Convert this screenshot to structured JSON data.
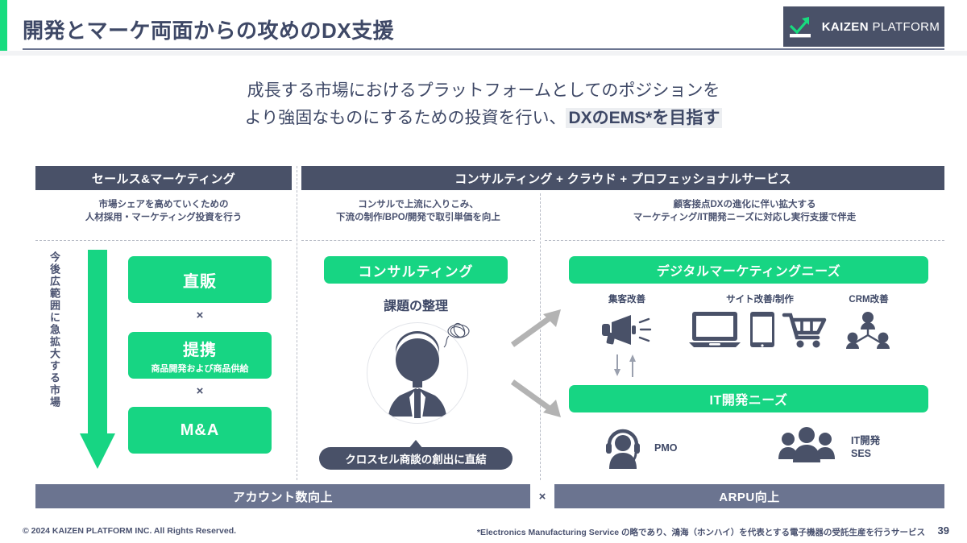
{
  "header": {
    "title": "開発とマーケ両面からの攻めのDX支援",
    "logo": {
      "brand_bold": "KAIZEN",
      "brand_light": "PLATFORM",
      "mark": "growth-arrow-icon"
    },
    "accent_color": "#18dc7f",
    "dark_color": "#495168"
  },
  "subtitle": {
    "line1": "成長する市場におけるプラットフォームとしてのポジションを",
    "line2_prefix": "より強固なものにするための投資を行い、",
    "line2_highlight": "DXのEMS*を目指す"
  },
  "columns": {
    "left": {
      "header": "セールス&マーケティング",
      "description_line1": "市場シェアを高めていくための",
      "description_line2": "人材採用・マーケティング投資を行う",
      "vertical_label": "今後広範囲に急拡大する市場",
      "boxes": [
        {
          "main": "直販",
          "sub": ""
        },
        {
          "main": "提携",
          "sub": "商品開発および商品供給"
        },
        {
          "main": "M&A",
          "sub": ""
        }
      ],
      "operator": "×"
    },
    "right_header": "コンサルティング + クラウド + プロフェッショナルサービス",
    "middle": {
      "description_line1": "コンサルで上流に入りこみ、",
      "description_line2": "下流の制作/BPO/開発で取引単価を向上",
      "box_label": "コンサルティング",
      "sub_heading": "課題の整理",
      "callout": "クロスセル商談の創出に直結"
    },
    "right": {
      "description_line1": "顧客接点DXの進化に伴い拡大する",
      "description_line2": "マーケティング/IT開発ニーズに対応し実行支援で伴走",
      "banner_marketing": "デジタルマーケティングニーズ",
      "banner_it": "IT開発ニーズ",
      "icon_captions": [
        "集客改善",
        "サイト改善/制作",
        "CRM改善"
      ],
      "icons": [
        "megaphone-icon",
        "laptop-tablet-cart-icon",
        "crm-network-icon",
        "headset-person-icon",
        "team-group-icon"
      ],
      "label_pmo": "PMO",
      "label_ses_line1": "IT開発",
      "label_ses_line2": "SES"
    }
  },
  "bottom": {
    "left_bar": "アカウント数向上",
    "operator": "×",
    "right_bar": "ARPU向上"
  },
  "footer": {
    "copyright": "© 2024 KAIZEN PLATFORM INC. All Rights Reserved.",
    "footnote": "*Electronics Manufacturing Service の略であり、鴻海（ホンハイ）を代表とする電子機器の受託生産を行うサービス",
    "page_number": "39"
  }
}
